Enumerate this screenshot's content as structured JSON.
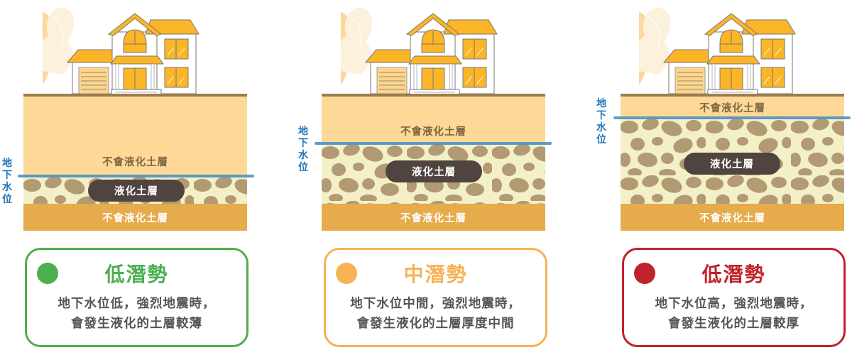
{
  "labels": {
    "non_liquefiable_layer": "不會液化土層",
    "liquefiable_layer": "液化土層",
    "groundwater_level": [
      "地",
      "下",
      "水",
      "位"
    ]
  },
  "colors": {
    "green": "#4caf50",
    "orange": "#f6b255",
    "red": "#c0232b",
    "water": "#4a91c4",
    "water_label": "#1f73b9",
    "upper_soil": "#fdd896",
    "liquefiable_bg": "#f3f0c8",
    "pebble": "#b29a73",
    "lower_soil": "#e6ab4a",
    "pill": "#4f4440"
  },
  "panels": [
    {
      "id": "low",
      "water_level": "low",
      "card": {
        "title": "低潛勢",
        "desc_line1": "地下水位低，強烈地震時，",
        "desc_line2": "會發生液化的土層較薄",
        "color": "#4caf50"
      }
    },
    {
      "id": "medium",
      "water_level": "medium",
      "card": {
        "title": "中潛勢",
        "desc_line1": "地下水位中間，強烈地震時，",
        "desc_line2": "會發生液化的土層厚度中間",
        "color": "#f6b255"
      }
    },
    {
      "id": "high",
      "water_level": "high",
      "card": {
        "title": "低潛勢",
        "desc_line1": "地下水位高，強烈地震時，",
        "desc_line2": "會發生液化的土層較厚",
        "color": "#c0232b"
      }
    }
  ]
}
